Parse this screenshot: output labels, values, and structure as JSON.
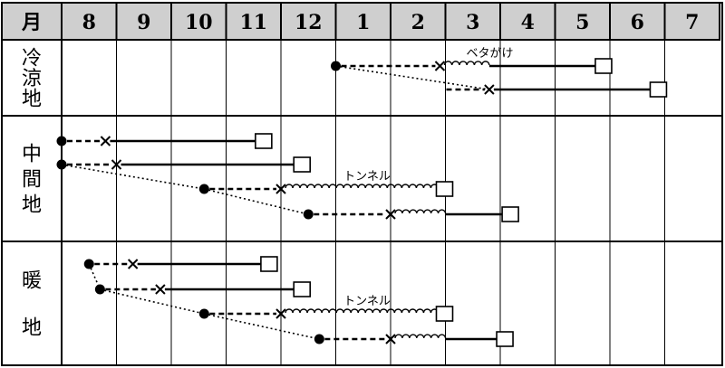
{
  "header_label": "月",
  "months": [
    "8",
    "9",
    "10",
    "11",
    "12",
    "1",
    "2",
    "3",
    "4",
    "5",
    "6",
    "7"
  ],
  "regions": [
    {
      "label": [
        "冷",
        "涼",
        "地"
      ]
    },
    {
      "label": [
        "中",
        "間",
        "地"
      ]
    },
    {
      "label": [
        "暖",
        "地"
      ]
    }
  ],
  "chart_data": {
    "type": "table",
    "x_unit": "month",
    "x_ticks": [
      "8",
      "9",
      "10",
      "11",
      "12",
      "1",
      "2",
      "3",
      "4",
      "5",
      "6",
      "7"
    ],
    "rows": [
      {
        "region": 0,
        "sow": 5.0,
        "transplant": 6.9,
        "harvest_end": 9.9,
        "cover": "ベタがけ",
        "cover_start": 6.9,
        "cover_end": 7.8
      },
      {
        "region": 0,
        "sow": 5.0,
        "transplant": 7.8,
        "harvest_end": 10.9,
        "cover": "",
        "cover_start": null,
        "cover_end": null
      },
      {
        "region": 1,
        "sow": 0.0,
        "transplant": 0.8,
        "harvest_end": 3.7,
        "cover": "",
        "cover_start": null,
        "cover_end": null
      },
      {
        "region": 1,
        "sow": 0.0,
        "transplant": 1.0,
        "harvest_end": 4.4,
        "cover": "",
        "cover_start": null,
        "cover_end": null
      },
      {
        "region": 1,
        "sow": 2.6,
        "transplant": 4.0,
        "harvest_end": 7.0,
        "cover": "トンネル",
        "cover_start": 4.0,
        "cover_end": 7.0
      },
      {
        "region": 1,
        "sow": 4.5,
        "transplant": 6.0,
        "harvest_end": 8.2,
        "cover": "",
        "cover_start": 6.0,
        "cover_end": 7.0
      },
      {
        "region": 2,
        "sow": 0.5,
        "transplant": 1.3,
        "harvest_end": 3.8,
        "cover": "",
        "cover_start": null,
        "cover_end": null
      },
      {
        "region": 2,
        "sow": 0.7,
        "transplant": 1.8,
        "harvest_end": 4.4,
        "cover": "",
        "cover_start": null,
        "cover_end": null
      },
      {
        "region": 2,
        "sow": 2.6,
        "transplant": 4.0,
        "harvest_end": 7.0,
        "cover": "トンネル",
        "cover_start": 4.0,
        "cover_end": 7.0
      },
      {
        "region": 2,
        "sow": 4.7,
        "transplant": 6.0,
        "harvest_end": 8.1,
        "cover": "",
        "cover_start": 6.0,
        "cover_end": 7.0
      }
    ]
  }
}
